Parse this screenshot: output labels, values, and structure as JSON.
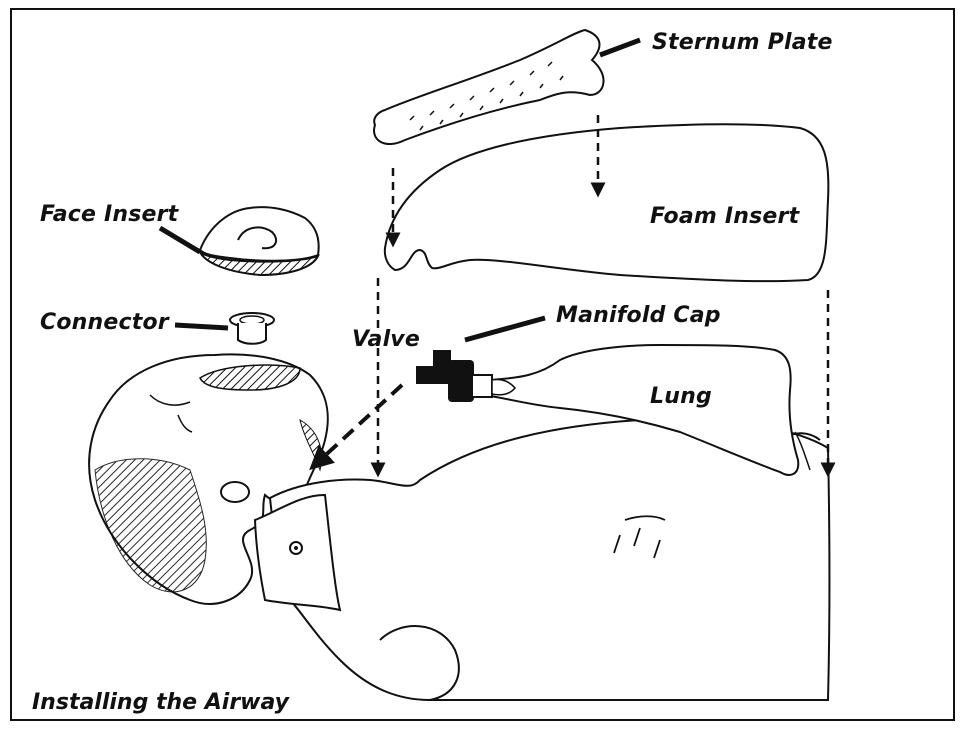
{
  "labels": {
    "sternum_plate": "Sternum Plate",
    "face_insert": "Face Insert",
    "foam_insert": "Foam Insert",
    "connector": "Connector",
    "manifold_cap": "Manifold Cap",
    "valve": "Valve",
    "lung": "Lung"
  },
  "caption": "Installing the Airway",
  "colors": {
    "ink": "#111111",
    "paper": "#ffffff"
  }
}
